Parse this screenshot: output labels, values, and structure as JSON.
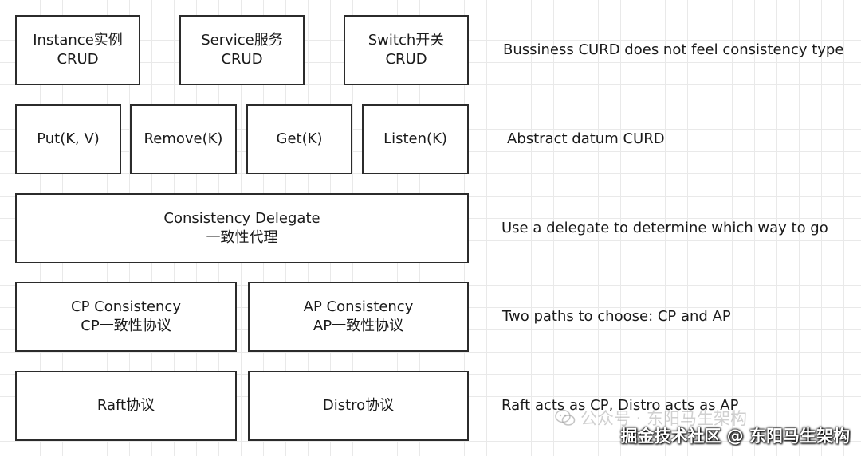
{
  "layer1": {
    "instance": {
      "line1": "Instance实例",
      "line2": "CRUD"
    },
    "service": {
      "line1": "Service服务",
      "line2": "CRUD"
    },
    "switch": {
      "line1": "Switch开关",
      "line2": "CRUD"
    },
    "note": "Bussiness CURD does not feel consistency type"
  },
  "layer2": {
    "put": "Put(K, V)",
    "remove": "Remove(K)",
    "get": "Get(K)",
    "listen": "Listen(K)",
    "note": "Abstract datum CURD"
  },
  "layer3": {
    "delegate": {
      "line1": "Consistency Delegate",
      "line2": "一致性代理"
    },
    "note": "Use a delegate to determine which way to go"
  },
  "layer4": {
    "cp": {
      "line1": "CP Consistency",
      "line2": "CP一致性协议"
    },
    "ap": {
      "line1": "AP Consistency",
      "line2": "AP一致性协议"
    },
    "note": "Two paths to choose: CP and AP"
  },
  "layer5": {
    "raft": "Raft协议",
    "distro": "Distro协议",
    "note": "Raft acts as CP, Distro acts as AP"
  },
  "watermarks": {
    "wechat": "公众号 · 东阳马生架构",
    "juejin": "掘金技术社区 @ 东阳马生架构"
  }
}
